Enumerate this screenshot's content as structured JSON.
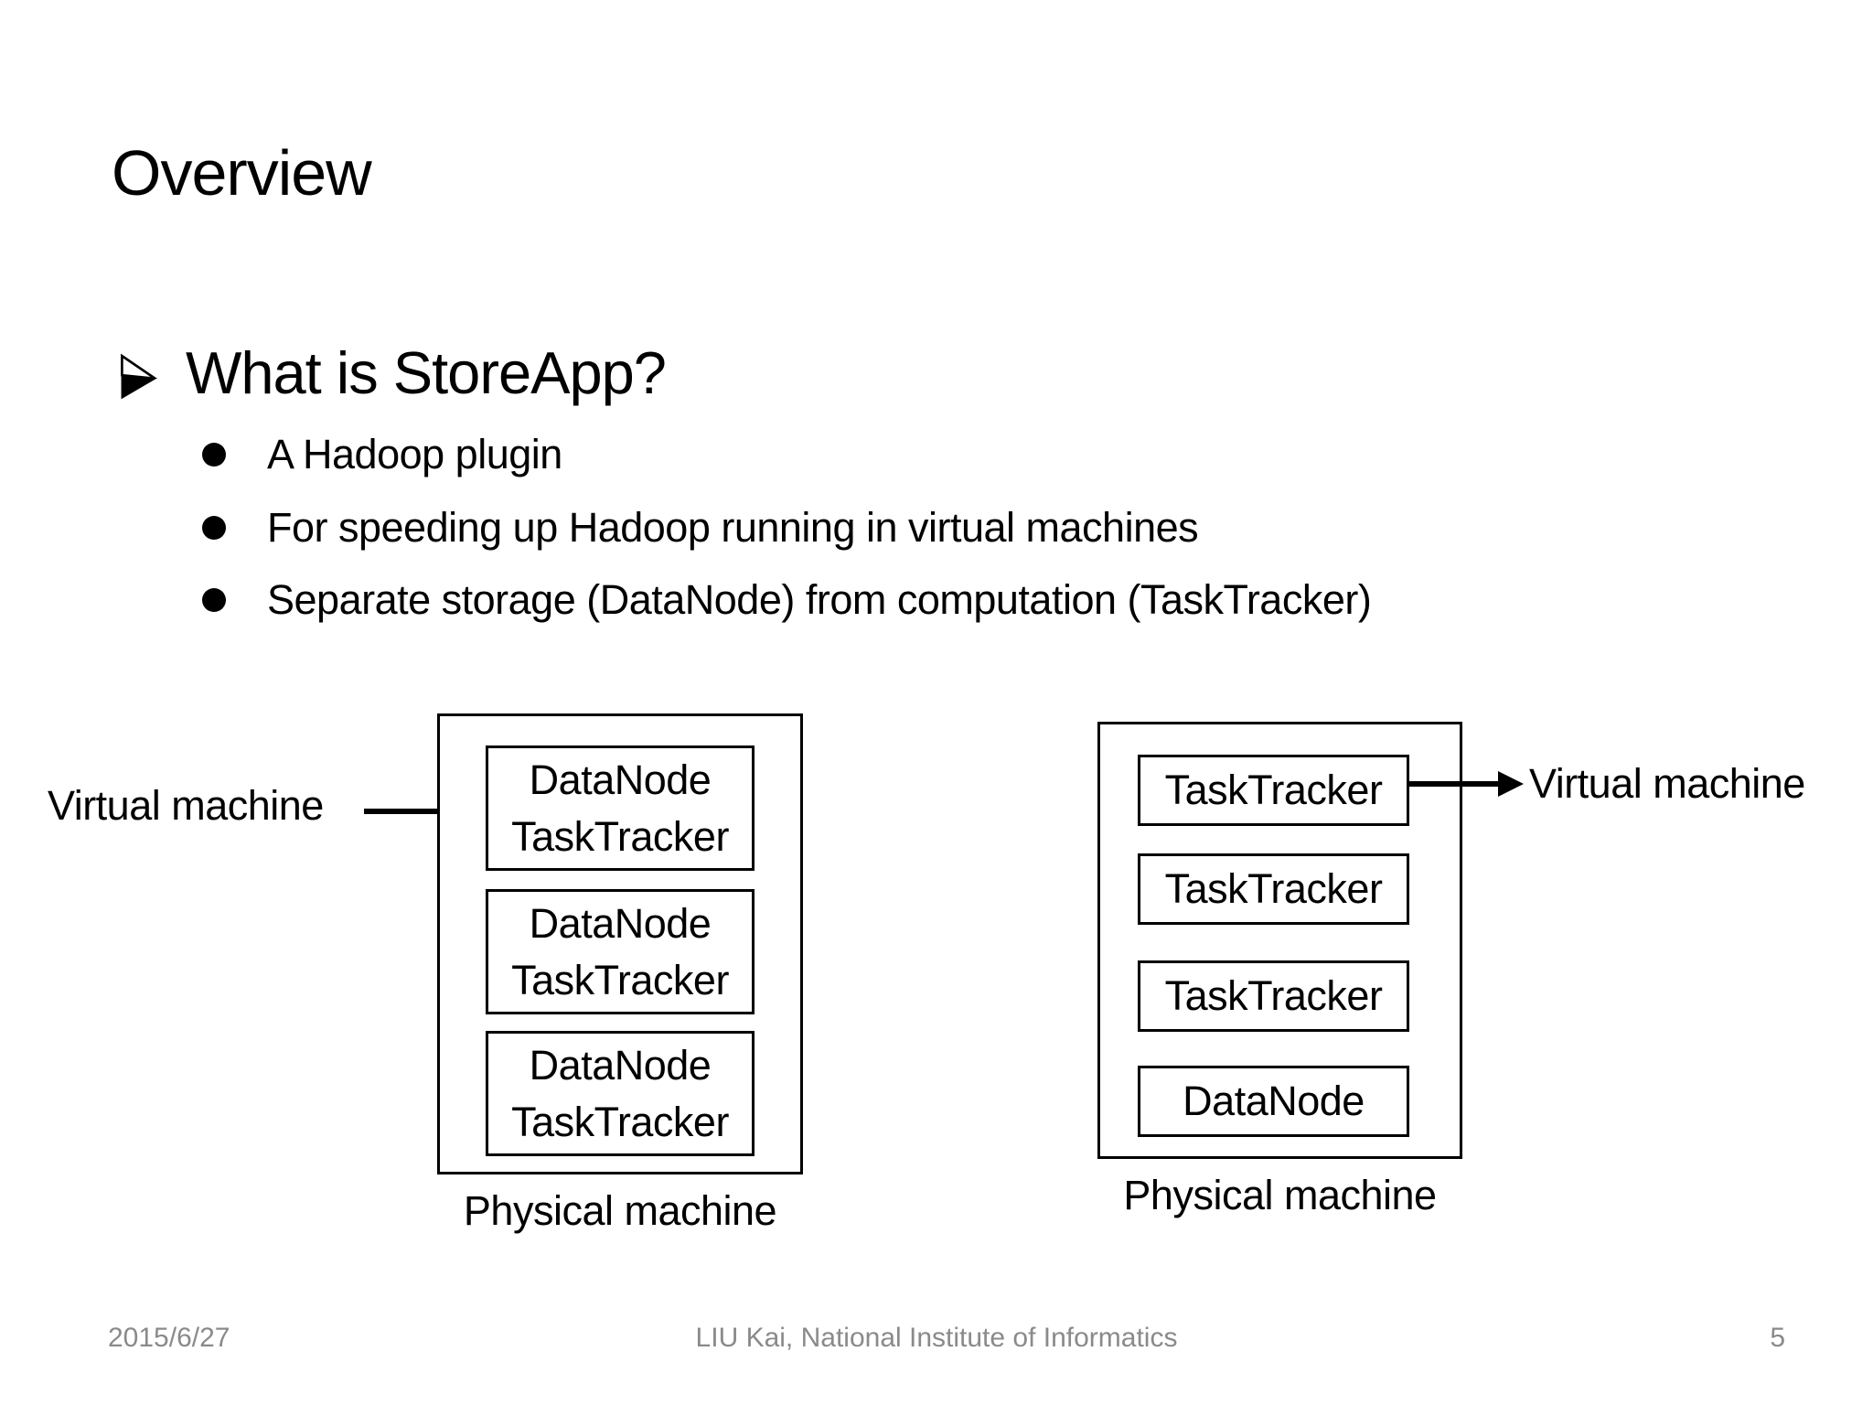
{
  "slide": {
    "title": "Overview",
    "heading": "What is StoreApp?",
    "bullets": [
      "A Hadoop plugin",
      "For speeding up Hadoop running in virtual machines",
      "Separate storage (DataNode) from computation (TaskTracker)"
    ]
  },
  "diagram": {
    "left_machine": {
      "vm_label": "Virtual machine",
      "machine_label": "Physical machine",
      "vms": [
        {
          "lines": [
            "DataNode",
            "TaskTracker"
          ]
        },
        {
          "lines": [
            "DataNode",
            "TaskTracker"
          ]
        },
        {
          "lines": [
            "DataNode",
            "TaskTracker"
          ]
        }
      ]
    },
    "right_machine": {
      "vm_label": "Virtual machine",
      "machine_label": "Physical machine",
      "vms": [
        "TaskTracker",
        "TaskTracker",
        "TaskTracker",
        "DataNode"
      ]
    }
  },
  "footer": {
    "date": "2015/6/27",
    "credit": "LIU Kai, National Institute of Informatics",
    "page_number": "5"
  },
  "colors": {
    "text": "#000000",
    "footer_text": "#8a8a8a",
    "background": "#ffffff",
    "box_border": "#000000"
  }
}
